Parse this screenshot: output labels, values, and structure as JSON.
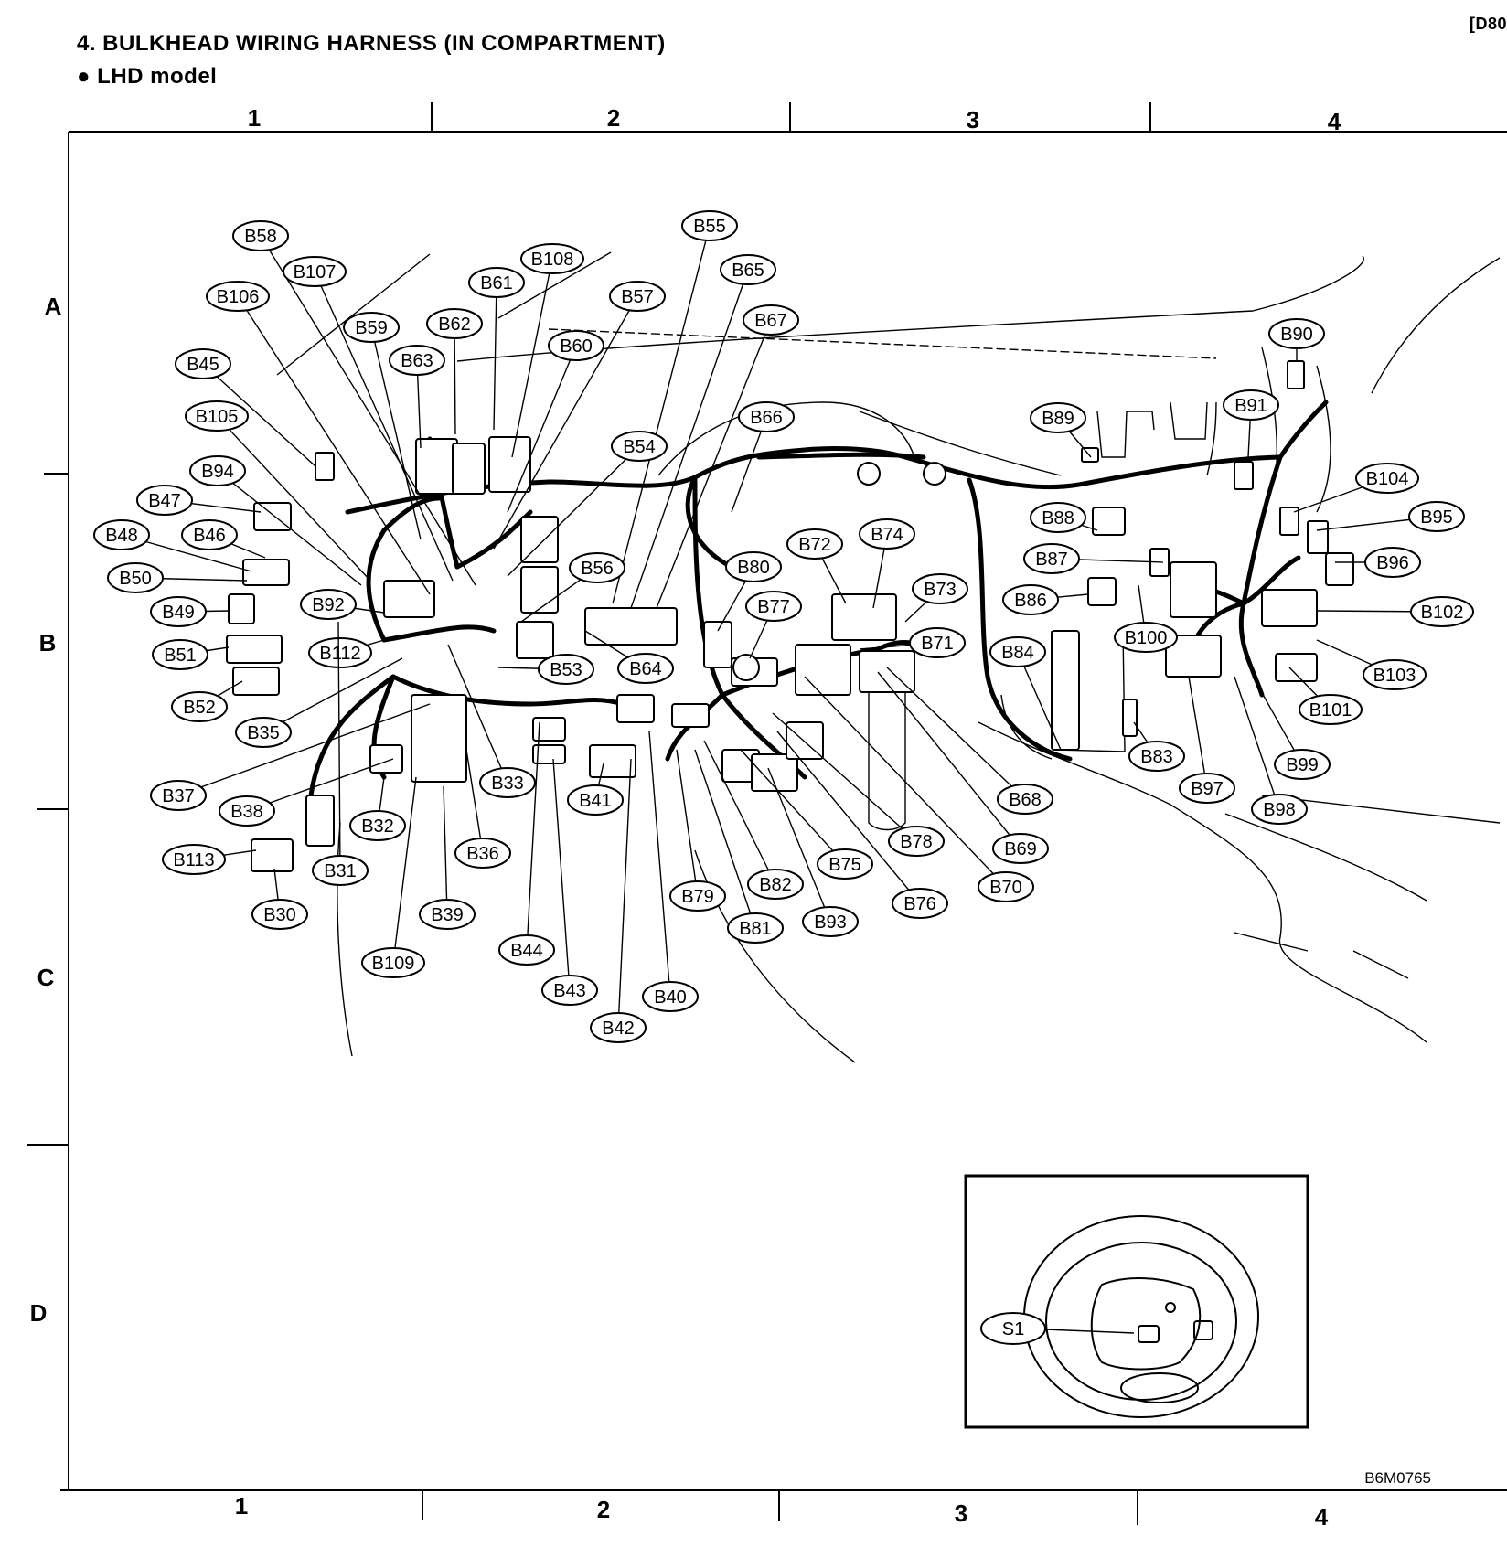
{
  "header": {
    "title": "4. BULKHEAD WIRING HARNESS (IN COMPARTMENT)",
    "subtitle": "LHD model",
    "corner_code": "[D80"
  },
  "grid": {
    "columns": [
      "1",
      "2",
      "3",
      "4"
    ],
    "rows": [
      "A",
      "B",
      "C",
      "D"
    ]
  },
  "figure_code": "B6M0765",
  "inset": {
    "label": "S1"
  },
  "connectors": [
    "B58",
    "B107",
    "B108",
    "B55",
    "B65",
    "B106",
    "B61",
    "B57",
    "B59",
    "B62",
    "B67",
    "B60",
    "B63",
    "B45",
    "B105",
    "B66",
    "B54",
    "B94",
    "B47",
    "B46",
    "B48",
    "B50",
    "B49",
    "B92",
    "B51",
    "B112",
    "B52",
    "B35",
    "B37",
    "B38",
    "B32",
    "B33",
    "B41",
    "B36",
    "B31",
    "B113",
    "B30",
    "B39",
    "B109",
    "B44",
    "B43",
    "B42",
    "B40",
    "B56",
    "B53",
    "B64",
    "B80",
    "B77",
    "B72",
    "B74",
    "B73",
    "B71",
    "B68",
    "B69",
    "B70",
    "B78",
    "B76",
    "B75",
    "B93",
    "B82",
    "B81",
    "B79",
    "B89",
    "B90",
    "B91",
    "B104",
    "B95",
    "B96",
    "B102",
    "B103",
    "B101",
    "B99",
    "B98",
    "B97",
    "B83",
    "B84",
    "B86",
    "B87",
    "B88",
    "B100"
  ]
}
